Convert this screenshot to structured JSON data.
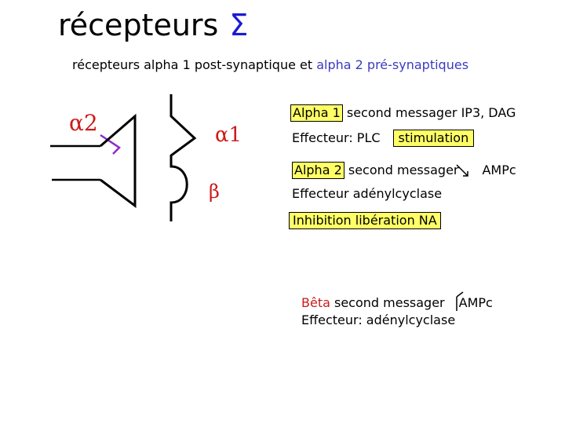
{
  "title": {
    "text": "récepteurs",
    "symbol": "Σ",
    "symbol_color": "#1a1ad6"
  },
  "subtitle": {
    "part1": "récepteurs alpha 1 post-synaptique et ",
    "part2": "alpha 2 pré-synaptiques",
    "highlight_color": "#3b3bbf"
  },
  "diagram": {
    "alpha2_label": "α2",
    "alpha1_label": "α1",
    "beta_label": "β",
    "label_color": "#cc1a1a"
  },
  "alpha1": {
    "label": "Alpha 1",
    "text": " second messager IP3, DAG"
  },
  "plc": {
    "text": "Effecteur: PLC",
    "stimulation": "stimulation"
  },
  "alpha2": {
    "label": "Alpha 2",
    "text": " second messager",
    "ampc": "AMPc",
    "arrow": "decrease"
  },
  "adenylcyclase1": {
    "text": "Effecteur adénylcyclase"
  },
  "inhibition": {
    "text": "Inhibition libération NA"
  },
  "beta": {
    "label": "Bêta",
    "text": " second messager",
    "ampc": "AMPc",
    "arrow": "increase"
  },
  "adenylcyclase2": {
    "text": "Effecteur: adénylcyclase"
  },
  "colors": {
    "highlight_box": "#ffff66",
    "red": "#cc1a1a",
    "blue": "#3b3bbf"
  }
}
